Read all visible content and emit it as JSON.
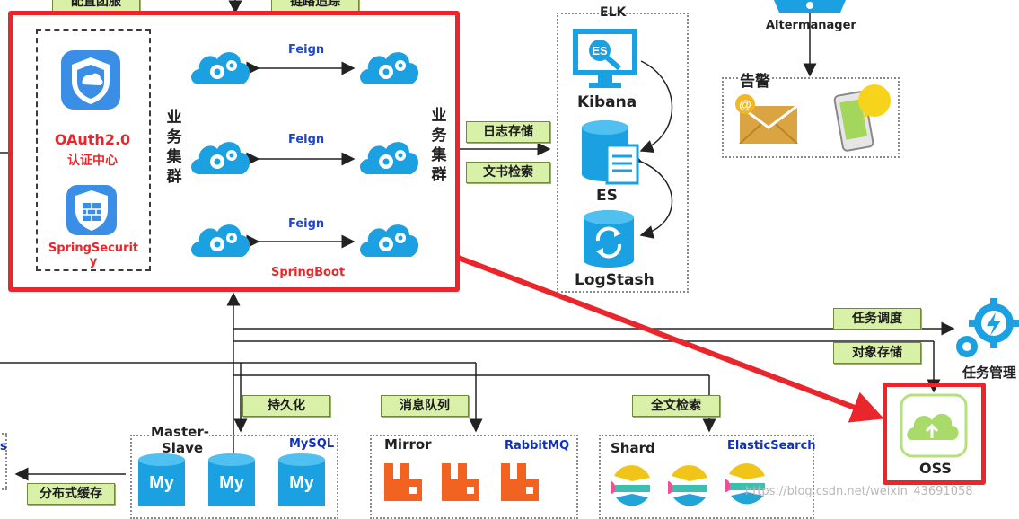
{
  "top_labels": {
    "config_center": "配置团服",
    "tracing": "链路追踪"
  },
  "auth": {
    "oauth_title": "OAuth2.0",
    "oauth_subtitle": "认证中心",
    "security_title_1": "SpringSecurit",
    "security_title_2": "y"
  },
  "business_cluster": {
    "left_label": [
      "业",
      "务",
      "集",
      "群"
    ],
    "right_label": [
      "业",
      "务",
      "集",
      "群"
    ],
    "feign_labels": [
      "Feign",
      "Feign",
      "Feign"
    ],
    "framework": "SpringBoot"
  },
  "edge_labels": {
    "log_storage": "日志存储",
    "doc_search": "文书检索",
    "task_schedule": "任务调度",
    "object_storage": "对象存储",
    "persistence": "持久化",
    "message_queue": "消息队列",
    "full_text_search": "全文检索",
    "distributed_cache": "分布式缓存"
  },
  "elk": {
    "title": "ELK",
    "kibana": "Kibana",
    "es": "ES",
    "logstash": "LogStash",
    "es_badge": "ES"
  },
  "alert": {
    "altermanager": "Altermanager",
    "title": "告警"
  },
  "task_manager": {
    "label": "任务管理"
  },
  "oss": {
    "label": "OSS"
  },
  "mysql": {
    "title_1": "Master-",
    "title_2": "Slave",
    "brand": "MySQL",
    "icon_text": "My"
  },
  "rabbitmq": {
    "title": "Mirror",
    "brand": "RabbitMQ"
  },
  "elasticsearch": {
    "title": "Shard",
    "brand": "ElasticSearch"
  },
  "left_edge": {
    "fragment": "s"
  },
  "watermark": "https://blog.csdn.net/weixin_43691058",
  "colors": {
    "accent_red": "#e8262b",
    "cloud_blue": "#1ba1e2",
    "label_green": "#d8f0a8",
    "rabbit_orange": "#f26322"
  }
}
